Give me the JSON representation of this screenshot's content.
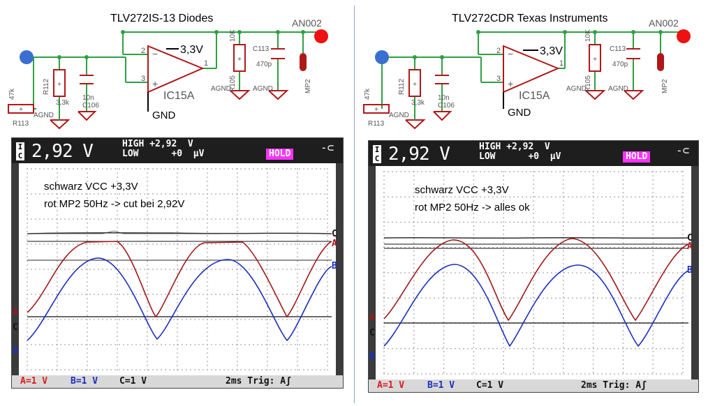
{
  "panels": [
    {
      "title": "TLV272IS-13 Diodes",
      "schematic": {
        "net": "AN002",
        "supply": "3,3V",
        "ground_label": "GND",
        "opamp": "IC15A",
        "pin_minus": "2",
        "pin_plus": "3",
        "pin_out": "1",
        "r112": "R112",
        "r112_val": "3,3k",
        "c106": "C106",
        "c106_val": "10n",
        "r113": "R113",
        "r113_val": "47k",
        "r105": "R105",
        "r105_val": "10K",
        "c113": "C113",
        "c113_val": "470p",
        "mp2": "MP2",
        "agnd": "AGND"
      },
      "scope": {
        "reading": "2,92 V",
        "high": "HIGH +2,92  V",
        "low": "LOW      +0  µV",
        "hold": "HOLD",
        "note_line1": "schwarz VCC +3,3V",
        "note_line2": "rot MP2 50Hz  -> cut bei 2,92V",
        "ch_a": "A",
        "ch_b": "B",
        "ch_c": "C",
        "bottom_a": "A=1 V",
        "bottom_b": "B=1 V",
        "bottom_c": "C=1 V",
        "bottom_trig": "2ms Trig: Aʃ"
      }
    },
    {
      "title": "TLV272CDR Texas Instruments",
      "schematic": {
        "net": "AN002",
        "supply": "3,3V",
        "ground_label": "GND",
        "opamp": "IC15A",
        "pin_minus": "2",
        "pin_plus": "3",
        "pin_out": "1",
        "r112": "R112",
        "r112_val": "3,3k",
        "c106": "C106",
        "c106_val": "10n",
        "r113": "R113",
        "r113_val": "47k",
        "r105": "R105",
        "r105_val": "10K",
        "c113": "C113",
        "c113_val": "470p",
        "mp2": "MP2",
        "agnd": "AGND"
      },
      "scope": {
        "reading": "2,92 V",
        "high": "HIGH +2,92  V",
        "low": "LOW      +0  µV",
        "hold": "HOLD",
        "note_line1": "schwarz VCC +3,3V",
        "note_line2": "rot MP2 50Hz  -> alles ok",
        "ch_a": "A",
        "ch_b": "B",
        "ch_c": "C",
        "bottom_a": "A=1 V",
        "bottom_b": "B=1 V",
        "bottom_c": "C=1 V",
        "bottom_trig": "2ms Trig: Aʃ"
      }
    }
  ],
  "colors": {
    "wire": "#2ea043",
    "component": "#b01818",
    "label": "#555555",
    "trace_a": "#a01818",
    "trace_b": "#1a2ec0",
    "trace_c": "#303030",
    "node_blue": "#3a6fd0",
    "node_red": "#ee1111"
  }
}
